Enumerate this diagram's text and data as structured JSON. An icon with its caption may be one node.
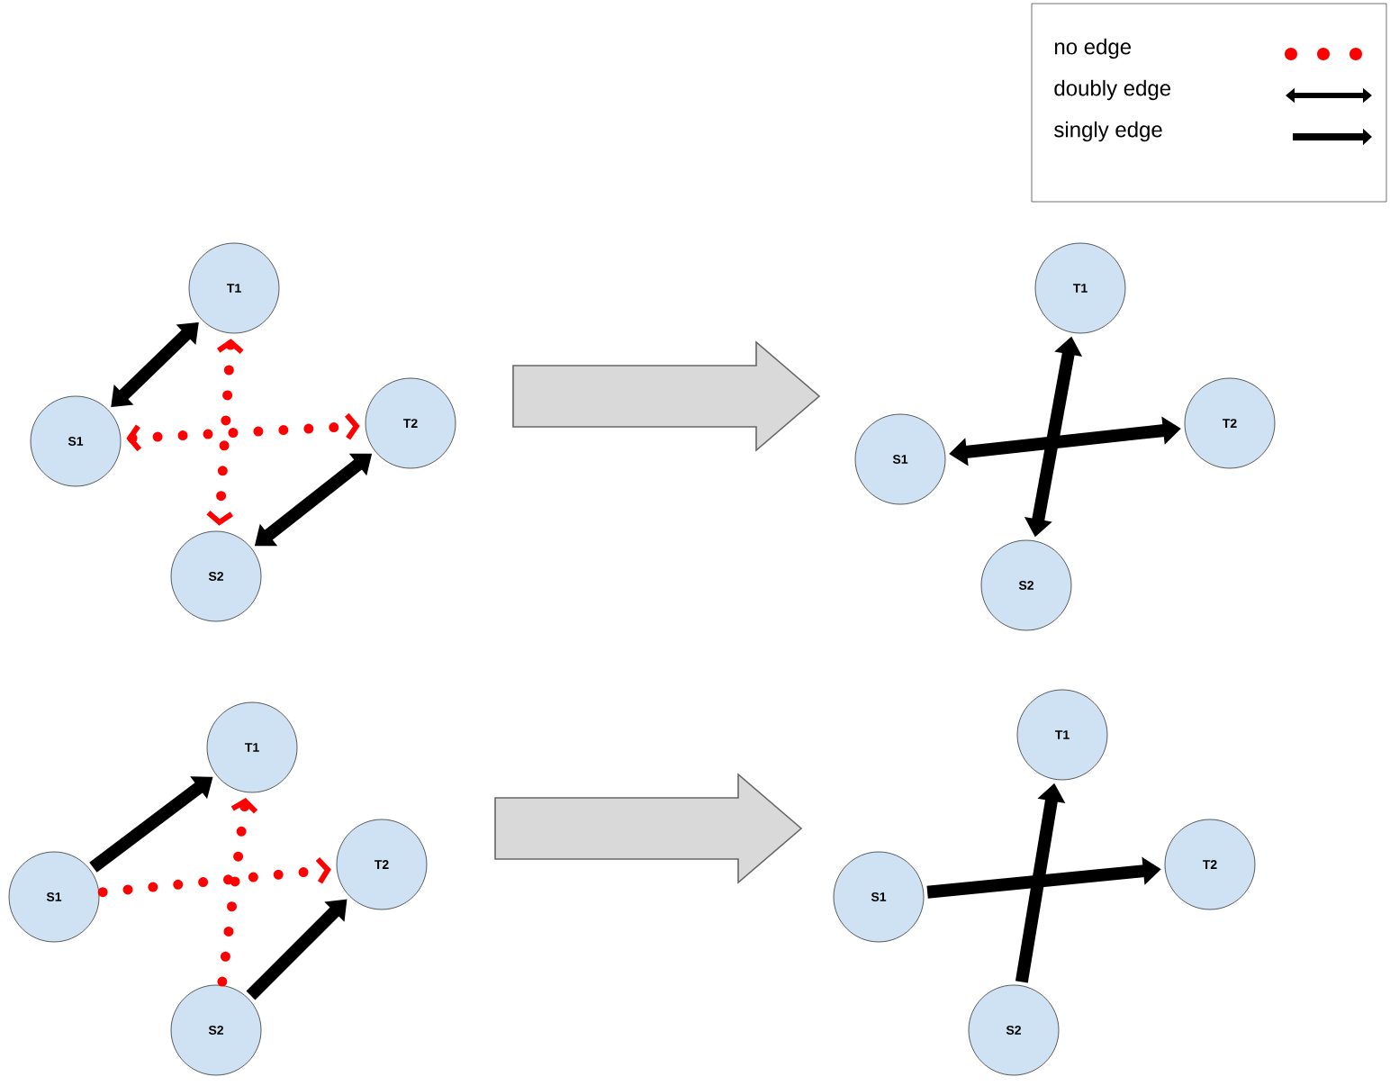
{
  "diagram": {
    "nodes": [
      {
        "text": [
          "T1"
        ]
      },
      {
        "text": [
          "S1"
        ]
      },
      {
        "text": [
          "T2"
        ]
      },
      {
        "text": [
          "S2"
        ]
      },
      {
        "text": [
          "T1"
        ]
      },
      {
        "text": [
          "S1"
        ]
      },
      {
        "text": [
          "T2"
        ]
      },
      {
        "text": [
          "S2"
        ]
      },
      {
        "text": [
          "T1"
        ]
      },
      {
        "text": [
          "S1"
        ]
      },
      {
        "text": [
          "T2"
        ]
      },
      {
        "text": [
          "S2"
        ]
      },
      {
        "text": [
          "T1"
        ]
      },
      {
        "text": [
          "S1"
        ]
      },
      {
        "text": [
          "T2"
        ]
      },
      {
        "text": [
          "S2"
        ]
      }
    ],
    "edges": [
      {
        "from": 1,
        "to": 0,
        "arrow": "both"
      },
      {
        "from": 3,
        "to": 2,
        "arrow": "both"
      },
      {
        "from": 1,
        "to": 2,
        "arrow": "both",
        "style": "dashed",
        "color": "#ff0000"
      },
      {
        "from": 0,
        "to": 3,
        "arrow": "both",
        "style": "dashed",
        "color": "#ff0000"
      },
      {
        "from": 5,
        "to": 6,
        "arrow": "both"
      },
      {
        "from": 7,
        "to": 4,
        "arrow": "both"
      },
      {
        "from": 9,
        "to": 8,
        "arrow": "to"
      },
      {
        "from": 11,
        "to": 10,
        "arrow": "to"
      },
      {
        "from": 9,
        "to": 10,
        "arrow": "to",
        "style": "dashed",
        "color": "#ff0000"
      },
      {
        "from": 11,
        "to": 8,
        "arrow": "to",
        "style": "dashed",
        "color": "#ff0000"
      },
      {
        "from": 13,
        "to": 14,
        "arrow": "to"
      },
      {
        "from": 15,
        "to": 12,
        "arrow": "to"
      }
    ],
    "legend": [
      {
        "text": "no edge"
      },
      {
        "text": "doubly edge"
      },
      {
        "text": "singly edge"
      }
    ]
  }
}
